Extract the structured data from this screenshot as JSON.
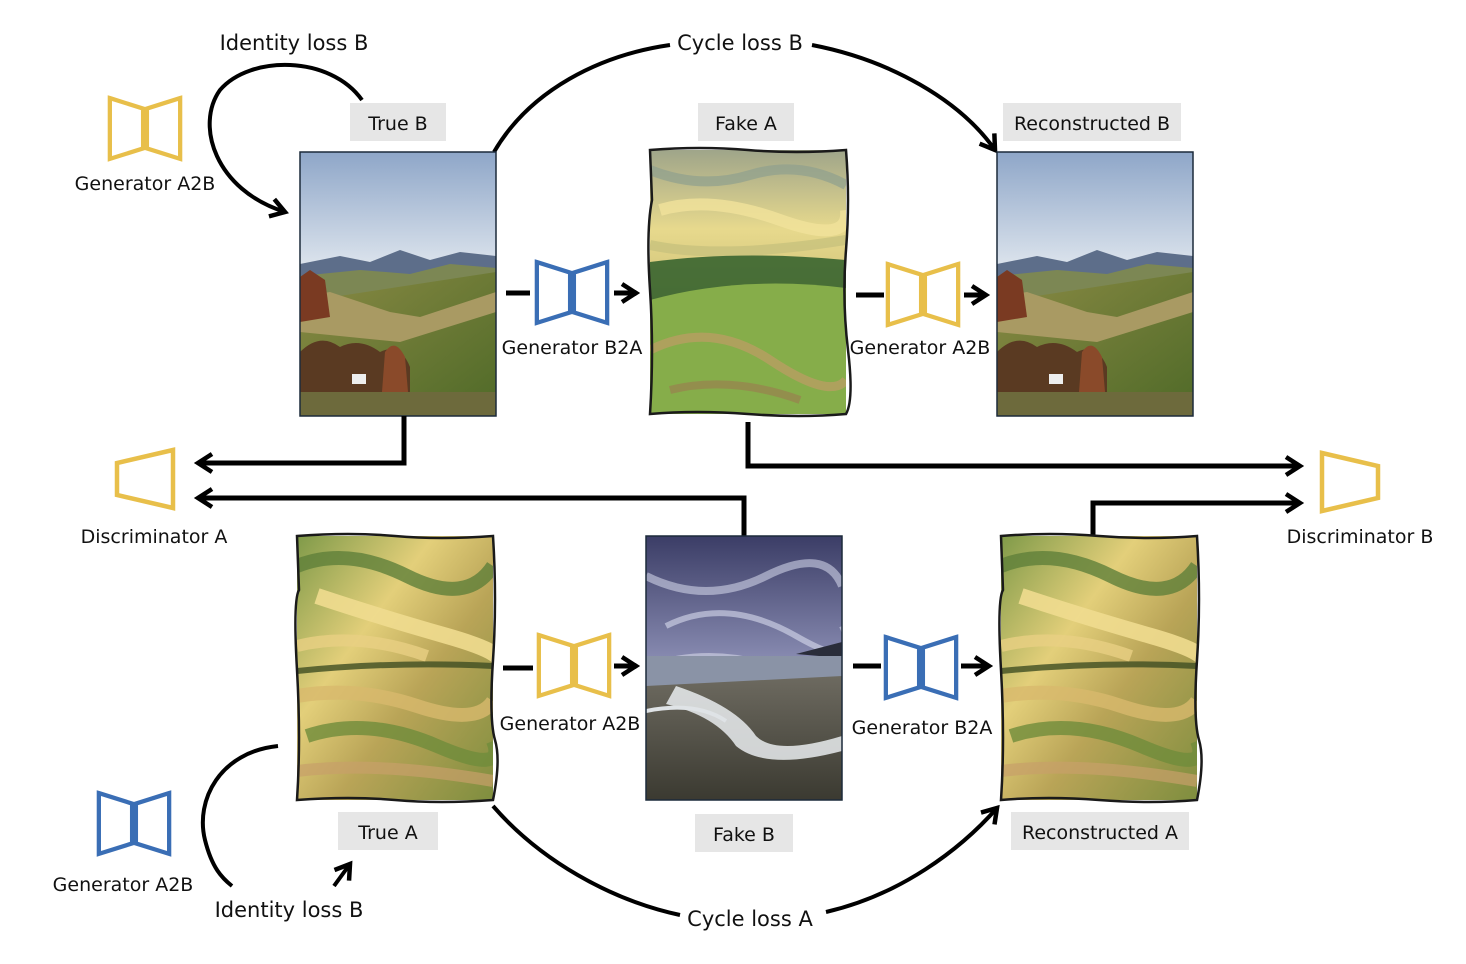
{
  "colors": {
    "generator_a2b": "#E8BF4A",
    "generator_b2a": "#3A6EB5",
    "discriminator": "#E8BF4A",
    "arrow": "#000000",
    "tag_background": "#E6E6E6"
  },
  "loss_labels": {
    "identity_top": "Identity loss B",
    "cycle_top": "Cycle loss B",
    "identity_bottom": "Identity loss B",
    "cycle_bottom": "Cycle loss A"
  },
  "image_tags": {
    "true_b": "True B",
    "fake_a": "Fake A",
    "reconstructed_b": "Reconstructed B",
    "true_a": "True A",
    "fake_b": "Fake B",
    "reconstructed_a": "Reconstructed A"
  },
  "network_labels": {
    "gen_top_left": "Generator A2B",
    "gen_top_mid": "Generator B2A",
    "gen_top_right": "Generator A2B",
    "gen_bottom_mid": "Generator A2B",
    "gen_bottom_right": "Generator B2A",
    "gen_bottom_left": "Generator A2B",
    "disc_a": "Discriminator A",
    "disc_b": "Discriminator B"
  },
  "icons": {
    "generator": "generator-bowtie-icon",
    "discriminator": "discriminator-trapezoid-icon",
    "photo": "landscape-photo-image",
    "painting": "impressionist-painting-image",
    "seascape": "stormy-seascape-image"
  }
}
